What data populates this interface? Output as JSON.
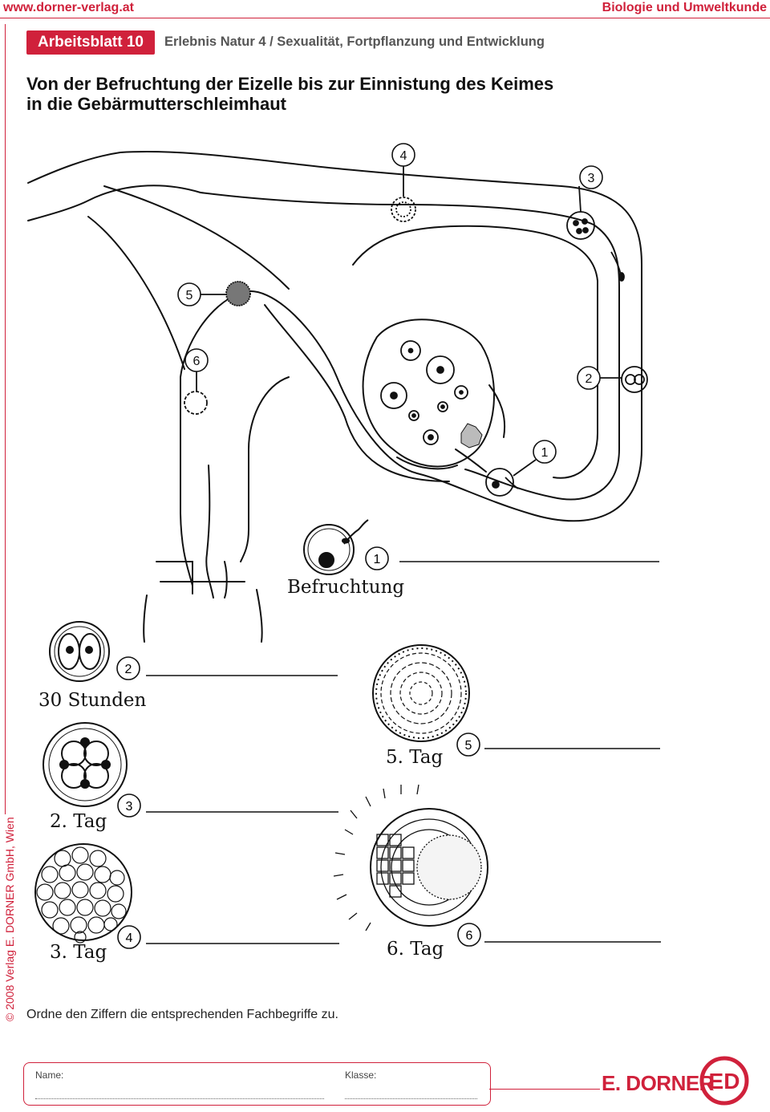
{
  "header": {
    "website": "www.dorner-verlag.at",
    "subject": "Biologie und Umweltkunde"
  },
  "worksheet": {
    "badge": "Arbeitsblatt 10",
    "series": "Erlebnis Natur 4 / Sexualität, Fortpflanzung und Entwicklung",
    "title_line1": "Von der Befruchtung der Eizelle bis zur Einnistung des Keimes",
    "title_line2": "in die Gebärmutterschleimhaut"
  },
  "diagram": {
    "markers": [
      "1",
      "2",
      "3",
      "4",
      "5",
      "6"
    ]
  },
  "stages": [
    {
      "number": "1",
      "label": "Befruchtung"
    },
    {
      "number": "2",
      "label": "30 Stunden"
    },
    {
      "number": "3",
      "label": "2. Tag"
    },
    {
      "number": "4",
      "label": "3. Tag"
    },
    {
      "number": "5",
      "label": "5. Tag"
    },
    {
      "number": "6",
      "label": "6. Tag"
    }
  ],
  "instruction": "Ordne den Ziffern die entsprechenden Fachbegriffe zu.",
  "footer": {
    "name_label": "Name:",
    "class_label": "Klasse:",
    "publisher": "E. DORNER",
    "logo_text": "ED",
    "copyright": "© 2008 Verlag E. DORNER GmbH, Wien"
  },
  "colors": {
    "accent": "#d0213b"
  }
}
